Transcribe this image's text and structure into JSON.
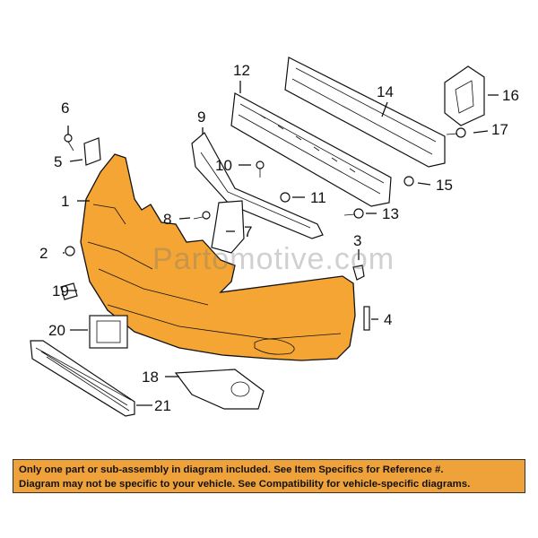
{
  "watermark": "Partomotive.com",
  "callouts": [
    "1",
    "2",
    "3",
    "4",
    "5",
    "6",
    "7",
    "8",
    "9",
    "10",
    "11",
    "12",
    "13",
    "14",
    "15",
    "16",
    "17",
    "18",
    "19",
    "20",
    "21"
  ],
  "footer": {
    "line1": "Only one part or sub-assembly in diagram included. See Item Specifics for Reference #.",
    "line2": "Diagram may not be specific to your vehicle. See Compatibility for vehicle-specific diagrams."
  },
  "colors": {
    "bumper": "#f5a533",
    "footer_bg": "#f0a23a"
  }
}
